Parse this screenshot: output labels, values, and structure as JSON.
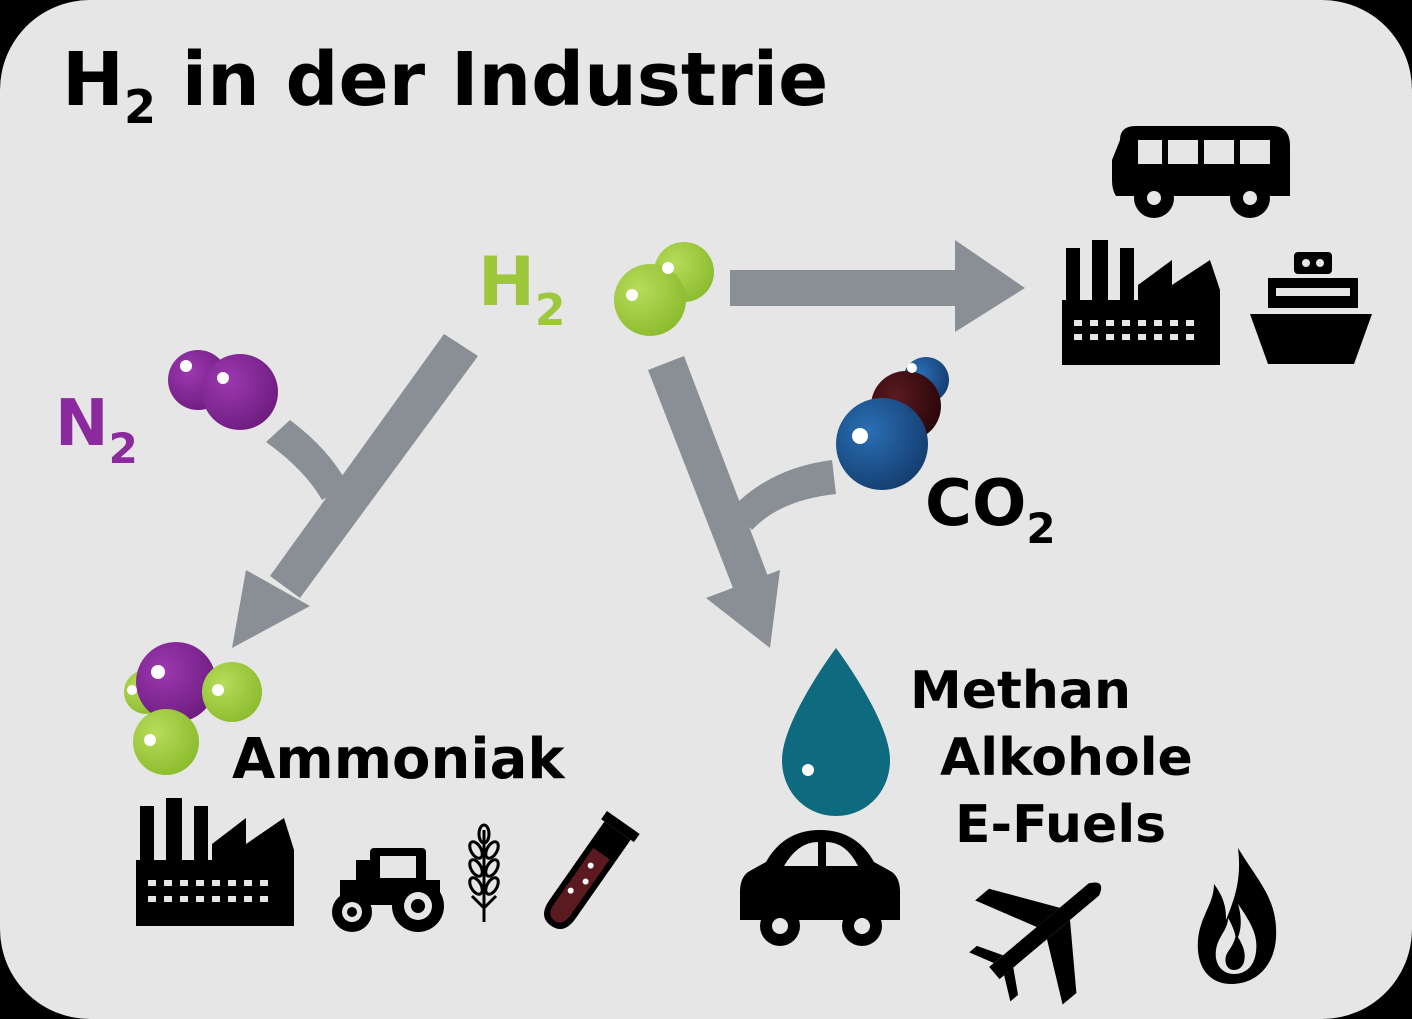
{
  "title": {
    "main": "H",
    "sub": "2",
    "rest": " in der Industrie"
  },
  "molecules": {
    "h2": {
      "symbol": "H",
      "sub": "2"
    },
    "n2": {
      "symbol": "N",
      "sub": "2"
    },
    "co2": {
      "symbol": "CO",
      "sub": "2"
    }
  },
  "products": {
    "ammonia": "Ammoniak",
    "fuels": [
      "Methan",
      "Alkohole",
      "E-Fuels"
    ]
  },
  "colors": {
    "background": "#e6e6e6",
    "arrow": "#8a8f96",
    "hydrogen": "#9dc83c",
    "nitrogen": "#8a2a9c",
    "carbon": "#3b0e12",
    "oxygen": "#1e5a9c",
    "drop": "#0e6a7e",
    "icons": "#000000"
  },
  "icons": [
    "bus-icon",
    "factory-icon",
    "ship-icon",
    "tractor-icon",
    "wheat-icon",
    "test-tube-icon",
    "car-icon",
    "airplane-icon",
    "flame-icon",
    "drop-icon"
  ]
}
